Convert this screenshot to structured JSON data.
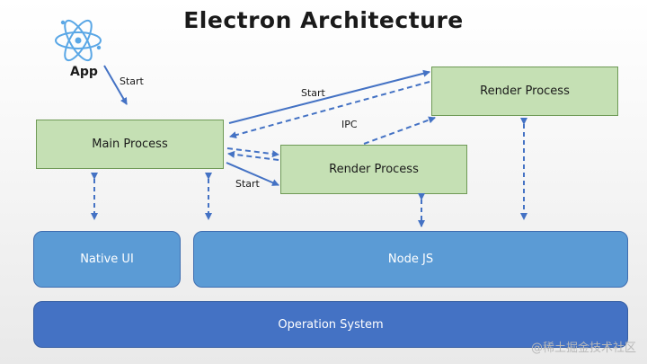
{
  "title": "Electron Architecture",
  "app": {
    "label": "App",
    "icon": "electron-atom-icon"
  },
  "nodes": {
    "main_process": "Main Process",
    "render_process_top": "Render Process",
    "render_process_mid": "Render Process",
    "native_ui": "Native UI",
    "node_js": "Node JS",
    "operation_system": "Operation System"
  },
  "edges": {
    "app_to_main": "Start",
    "main_to_render_top": "Start",
    "main_to_render_mid": "Start",
    "ipc": "IPC"
  },
  "watermark": "@稀土掘金技术社区",
  "colors": {
    "process_fill": "#c5e0b4",
    "process_border": "#6f9a56",
    "layer_light_blue": "#5b9bd5",
    "layer_dark_blue": "#4472c4",
    "arrow": "#4472c4"
  }
}
